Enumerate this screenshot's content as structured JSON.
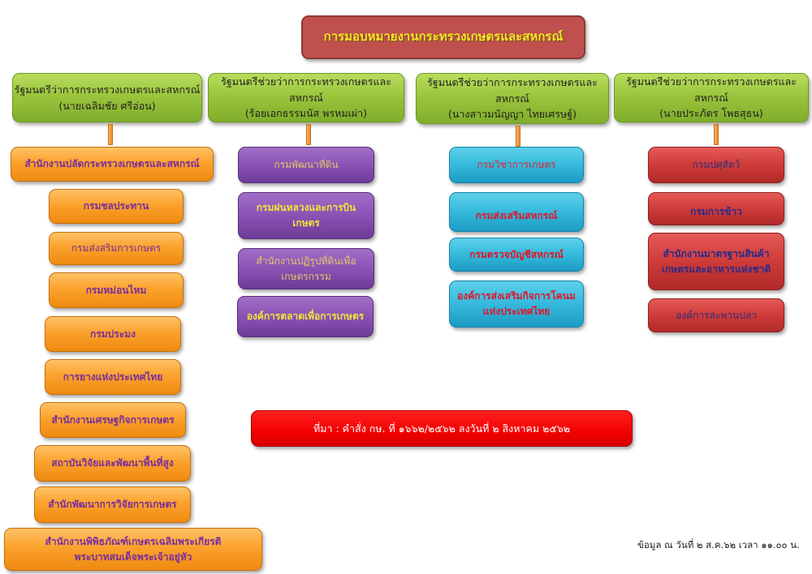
{
  "title": "การมอบหมายงานกระทรวงเกษตรและสหกรณ์",
  "ministers": [
    {
      "position": "รัฐมนตรีว่าการกระทรวงเกษตรและสหกรณ์",
      "name": "(นายเฉลิมชัย ศรีอ่อน)"
    },
    {
      "position": "รัฐมนตรีช่วยว่าการกระทรวงเกษตรและสหกรณ์",
      "name": "(ร้อยเอกธรรมนัส พรหมเผ่า)"
    },
    {
      "position": "รัฐมนตรีช่วยว่าการกระทรวงเกษตรและสหกรณ์",
      "name": "(นางสาวมนัญญา ไทยเศรษฐ์)"
    },
    {
      "position": "รัฐมนตรีช่วยว่าการกระทรวงเกษตรและสหกรณ์",
      "name": "(นายประภัตร โพธสุธน)"
    }
  ],
  "column1": [
    "สำนักงานปลัดกระทรวงเกษตรและสหกรณ์",
    "กรมชลประทาน",
    "กรมส่งสริมการเกษตร",
    "กรมหม่อนไหม",
    "กรมประมง",
    "การยางแห่งประเทศไทย",
    "สำนักงานเศรษฐกิจการเกษตร",
    "สถาบันวิจัยและพัฒนาพื้นที่สูง",
    "สำนักพัฒนาการวิจัยการเกษตร",
    "สำนักงานพิพิธภัณฑ์เกษตรเฉลิมพระเกียรติ",
    "พระบาทสมเด็จพระเจ้าอยู่หัว"
  ],
  "column2": [
    "กรมพัฒนาที่ดิน",
    "กรมฝนหลวงและการบิน",
    "เกษตร",
    "สำนักงานปฏิรูปที่ดินเพื่อ",
    "เกษตรกรรม",
    "องค์การตลาดเพื่อการเกษตร"
  ],
  "column3": [
    "กรมวิชาการเกษตร",
    "กรมส่งเสริมสหกรณ์",
    "กรมตรวจบัญชีสหกรณ์",
    "องค์การส่งเสริมกิจการโคนม",
    "แห่งประเทศไทย"
  ],
  "column4": [
    "กรมปศุสัตว์",
    "กรมการข้าว",
    "สำนักงานมาตรฐานสินค้า",
    "เกษตรและอาหารแห่งชาติ",
    "องค์การสะพานปลา"
  ],
  "source": "ที่มา : คำสั่ง กษ. ที่ ๑๖๖๒/๒๕๖๒ ลงวันที่ ๒ สิงหาคม ๒๕๖๒",
  "footnote": "ข้อมูล ณ วันที่ ๒ ส.ค.๖๒  เวลา ๑๑.๐๐ น."
}
